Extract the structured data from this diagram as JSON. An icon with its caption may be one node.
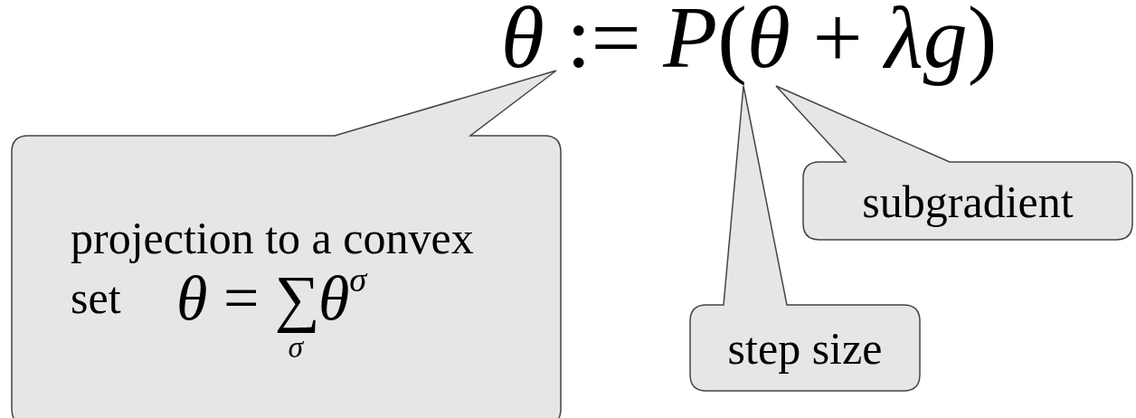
{
  "diagram": {
    "nodes": [
      {
        "text": [
          "projection to a convex set",
          "*θ* = ∑$_{σ}$*θ*$^{σ}$"
        ]
      },
      {
        "text": [
          "step size"
        ]
      },
      {
        "text": [
          "subgradient"
        ]
      }
    ],
    "labels": [
      "*θ* := *P*(*θ* + *λg*)"
    ]
  }
}
